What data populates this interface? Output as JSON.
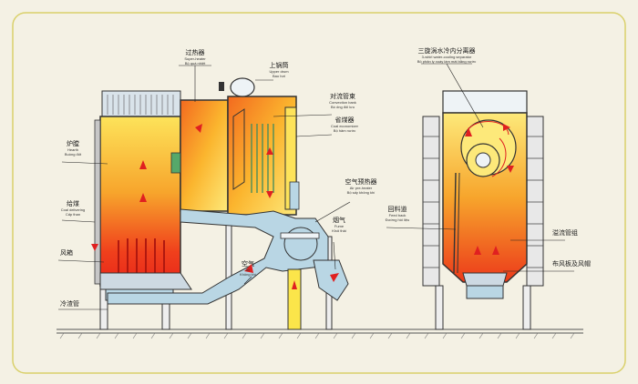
{
  "colors": {
    "background": "#f4f1e4",
    "frame": "#d9d06a",
    "steel": "#3e3e3e",
    "duct": "#b9d6e4",
    "hot": "#f23a1a",
    "warm": "#fbcf2f",
    "flow_arrow": "#e02020",
    "label_line": "#222222"
  },
  "labels": {
    "superheater": {
      "cn": "过热器",
      "en": "Super-heater",
      "vn": "Bộ quá nhiệt"
    },
    "upper_drum": {
      "cn": "上锅筒",
      "en": "Upper drum",
      "vn": "Bao hơi"
    },
    "convection_bank": {
      "cn": "对流管束",
      "en": "Convection bank",
      "vn": "Bó ống đối lưu"
    },
    "economizer": {
      "cn": "省煤器",
      "en": "Coal economizer",
      "vn": "Bộ hâm nước"
    },
    "air_preheater": {
      "cn": "空气预热器",
      "en": "Air pre-heater",
      "vn": "Bộ sấy không khí"
    },
    "furnace_wall": {
      "cn": "炉膛",
      "en": "Hearth",
      "vn": "Buồng đốt"
    },
    "coal_feeder": {
      "cn": "给煤",
      "en": "Coal delivering",
      "vn": "Cấp than"
    },
    "air_chamber": {
      "cn": "风箱"
    },
    "flue_gas": {
      "cn": "烟气",
      "en": "Fume",
      "vn": "Khói thải"
    },
    "air": {
      "cn": "空气",
      "en": "Air",
      "vn": "Không khí"
    },
    "feed_back": {
      "cn": "回料道",
      "en": "Feed back",
      "vn": "Đường hồi liệu"
    },
    "slag_pipe": {
      "cn": "冷渣管"
    },
    "separator": {
      "cn": "三旋涡水冷内分离器",
      "en": "3-whirl water-cooling separator",
      "vn": "Bộ phân ly xoáy làm mát bằng nước"
    },
    "overflow_tube": {
      "cn": "溢流管组"
    },
    "wind_plate": {
      "cn": "布风板及风帽"
    }
  }
}
